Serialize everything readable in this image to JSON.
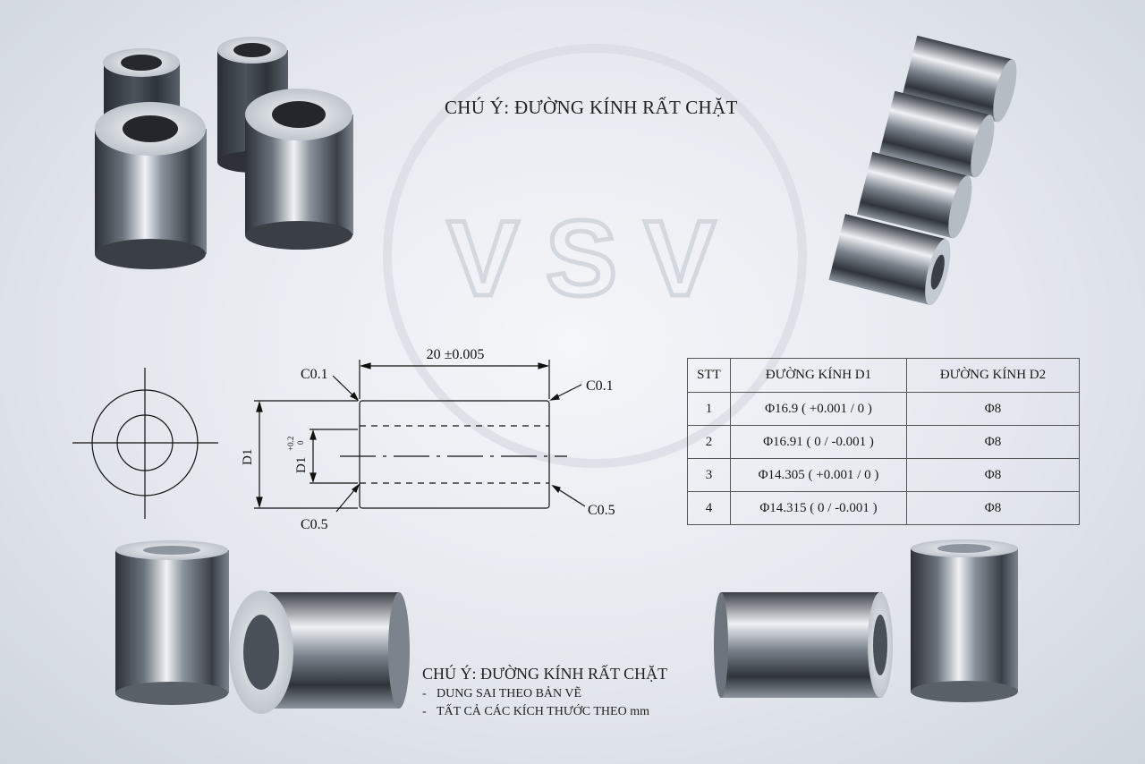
{
  "watermark": {
    "logo_text": "VSV"
  },
  "top_note": "CHÚ Ý: ĐƯỜNG KÍNH RẤT CHẶT",
  "drawing": {
    "length_dim": "20 ±0.005",
    "chamfer_top_left": "C0.1",
    "chamfer_top_right": "C0.1",
    "chamfer_bottom_left": "C0.5",
    "chamfer_bottom_right": "C0.5",
    "outer_dim": "D1",
    "inner_dim": "D1",
    "inner_tol_upper": "+0.2",
    "inner_tol_lower": "0"
  },
  "table": {
    "headers": [
      "STT",
      "ĐƯỜNG KÍNH D1",
      "ĐƯỜNG KÍNH D2"
    ],
    "rows": [
      [
        "1",
        "Φ16.9 ( +0.001 / 0 )",
        "Φ8"
      ],
      [
        "2",
        "Φ16.91 ( 0 / -0.001 )",
        "Φ8"
      ],
      [
        "3",
        "Φ14.305 ( +0.001 / 0 )",
        "Φ8"
      ],
      [
        "4",
        "Φ14.315 ( 0 / -0.001 )",
        "Φ8"
      ]
    ]
  },
  "notes": {
    "title": "CHÚ Ý: ĐƯỜNG KÍNH RẤT CHẶT",
    "items": [
      "DUNG SAI THEO BẢN VẼ",
      "TẤT CẢ CÁC KÍCH THƯỚC THEO mm"
    ],
    "bullet": "-"
  },
  "colors": {
    "metal_dark": "#3a3f46",
    "metal_light": "#e8ecf0",
    "line": "#111111"
  }
}
